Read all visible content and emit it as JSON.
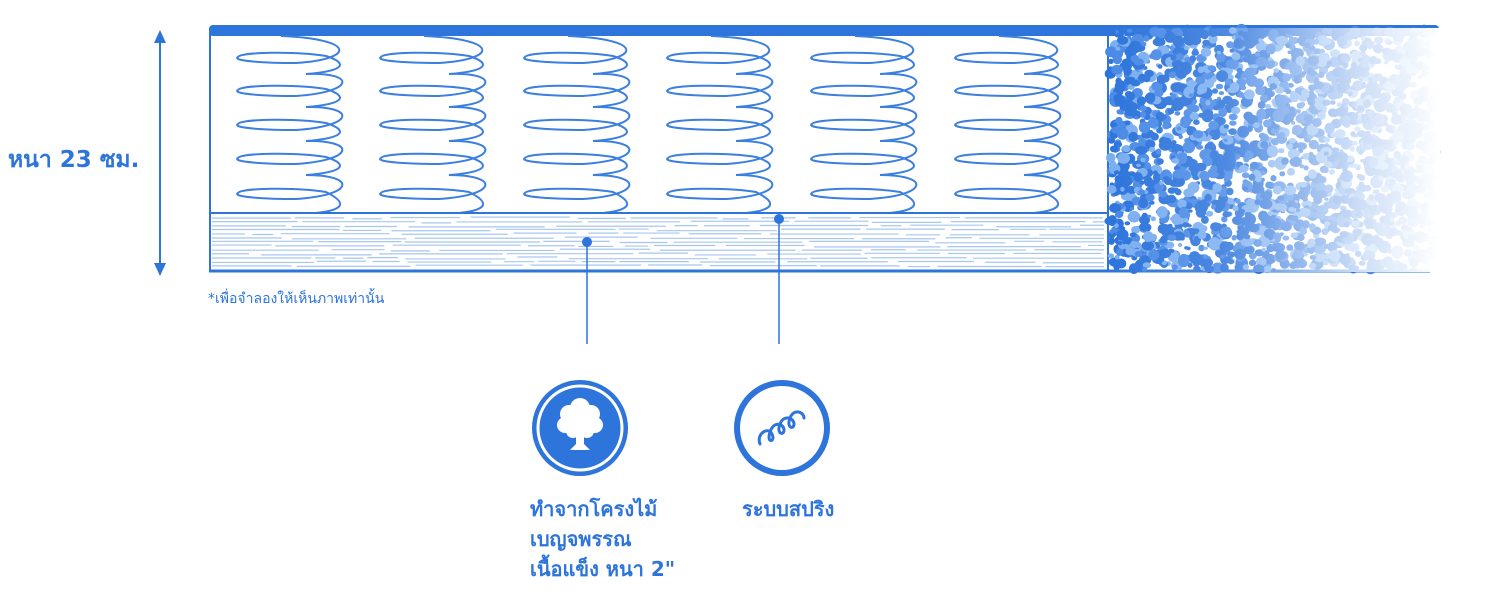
{
  "colors": {
    "accent": "#2d74db",
    "spring_stroke": "#3b7fe0",
    "background": "#ffffff"
  },
  "thickness_label": "หนา 23 ซม.",
  "disclaimer": "*เพื่อจำลองให้เห็นภาพเท่านั้น",
  "features": [
    {
      "icon": "tree-icon",
      "lines": [
        "ทำจากโครงไม้",
        "เบญจพรรณ",
        "เนื้อแข็ง หนา 2\""
      ]
    },
    {
      "icon": "spring-icon",
      "lines": [
        "ระบบสปริง"
      ]
    }
  ]
}
